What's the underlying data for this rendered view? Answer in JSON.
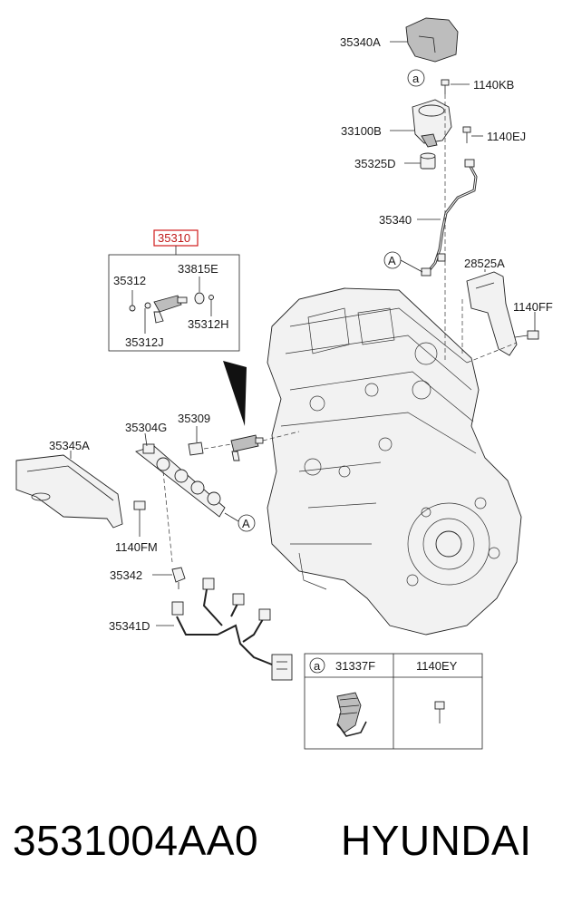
{
  "labels": {
    "p35340A": "35340A",
    "p1140KB": "1140KB",
    "p33100B": "33100B",
    "p1140EJ": "1140EJ",
    "p35325D": "35325D",
    "p35340": "35340",
    "p35310": "35310",
    "p35312": "35312",
    "p33815E": "33815E",
    "p35312H": "35312H",
    "p35312J": "35312J",
    "p28525A": "28525A",
    "p1140FF": "1140FF",
    "p35304G": "35304G",
    "p35309": "35309",
    "p35345A": "35345A",
    "p1140FM": "1140FM",
    "p35342": "35342",
    "p35341D": "35341D",
    "circle_a": "a",
    "circle_A": "A"
  },
  "legend": {
    "col1_marker": "a",
    "col1_part": "31337F",
    "col2_part": "1140EY"
  },
  "caption": {
    "part_number": "3531004AA0",
    "brand": "HYUNDAI"
  },
  "colors": {
    "highlight": "#d01c1c"
  }
}
